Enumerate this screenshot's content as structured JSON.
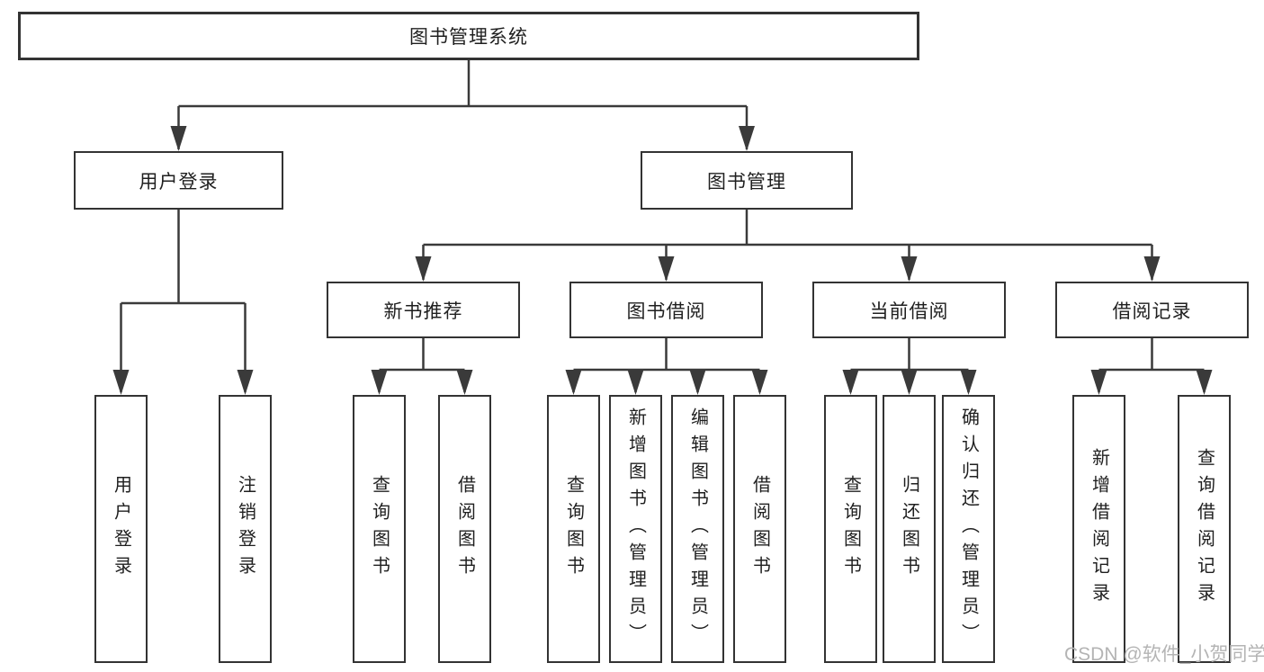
{
  "watermark": {
    "text": "CSDN @软件_小贺同学",
    "color": "#b4b4b4"
  },
  "colors": {
    "line": "#3a3a3a",
    "box_border": "#333333",
    "text": "#1f1f1f",
    "background": "#ffffff",
    "watermark": "#b4b4b4"
  },
  "tree": {
    "root": {
      "label": "图书管理系统"
    },
    "children": [
      {
        "label": "用户登录",
        "children": [
          {
            "label": "用户登录"
          },
          {
            "label": "注销登录"
          }
        ]
      },
      {
        "label": "图书管理",
        "children": [
          {
            "label": "新书推荐",
            "children": [
              {
                "label": "查询图书"
              },
              {
                "label": "借阅图书"
              }
            ]
          },
          {
            "label": "图书借阅",
            "children": [
              {
                "label": "查询图书"
              },
              {
                "label": "新增图书（管理员）"
              },
              {
                "label": "编辑图书（管理员）"
              },
              {
                "label": "借阅图书"
              }
            ]
          },
          {
            "label": "当前借阅",
            "children": [
              {
                "label": "查询图书"
              },
              {
                "label": "归还图书"
              },
              {
                "label": "确认归还（管理员）"
              }
            ]
          },
          {
            "label": "借阅记录",
            "children": [
              {
                "label": "新增借阅记录"
              },
              {
                "label": "查询借阅记录"
              }
            ]
          }
        ]
      }
    ]
  }
}
